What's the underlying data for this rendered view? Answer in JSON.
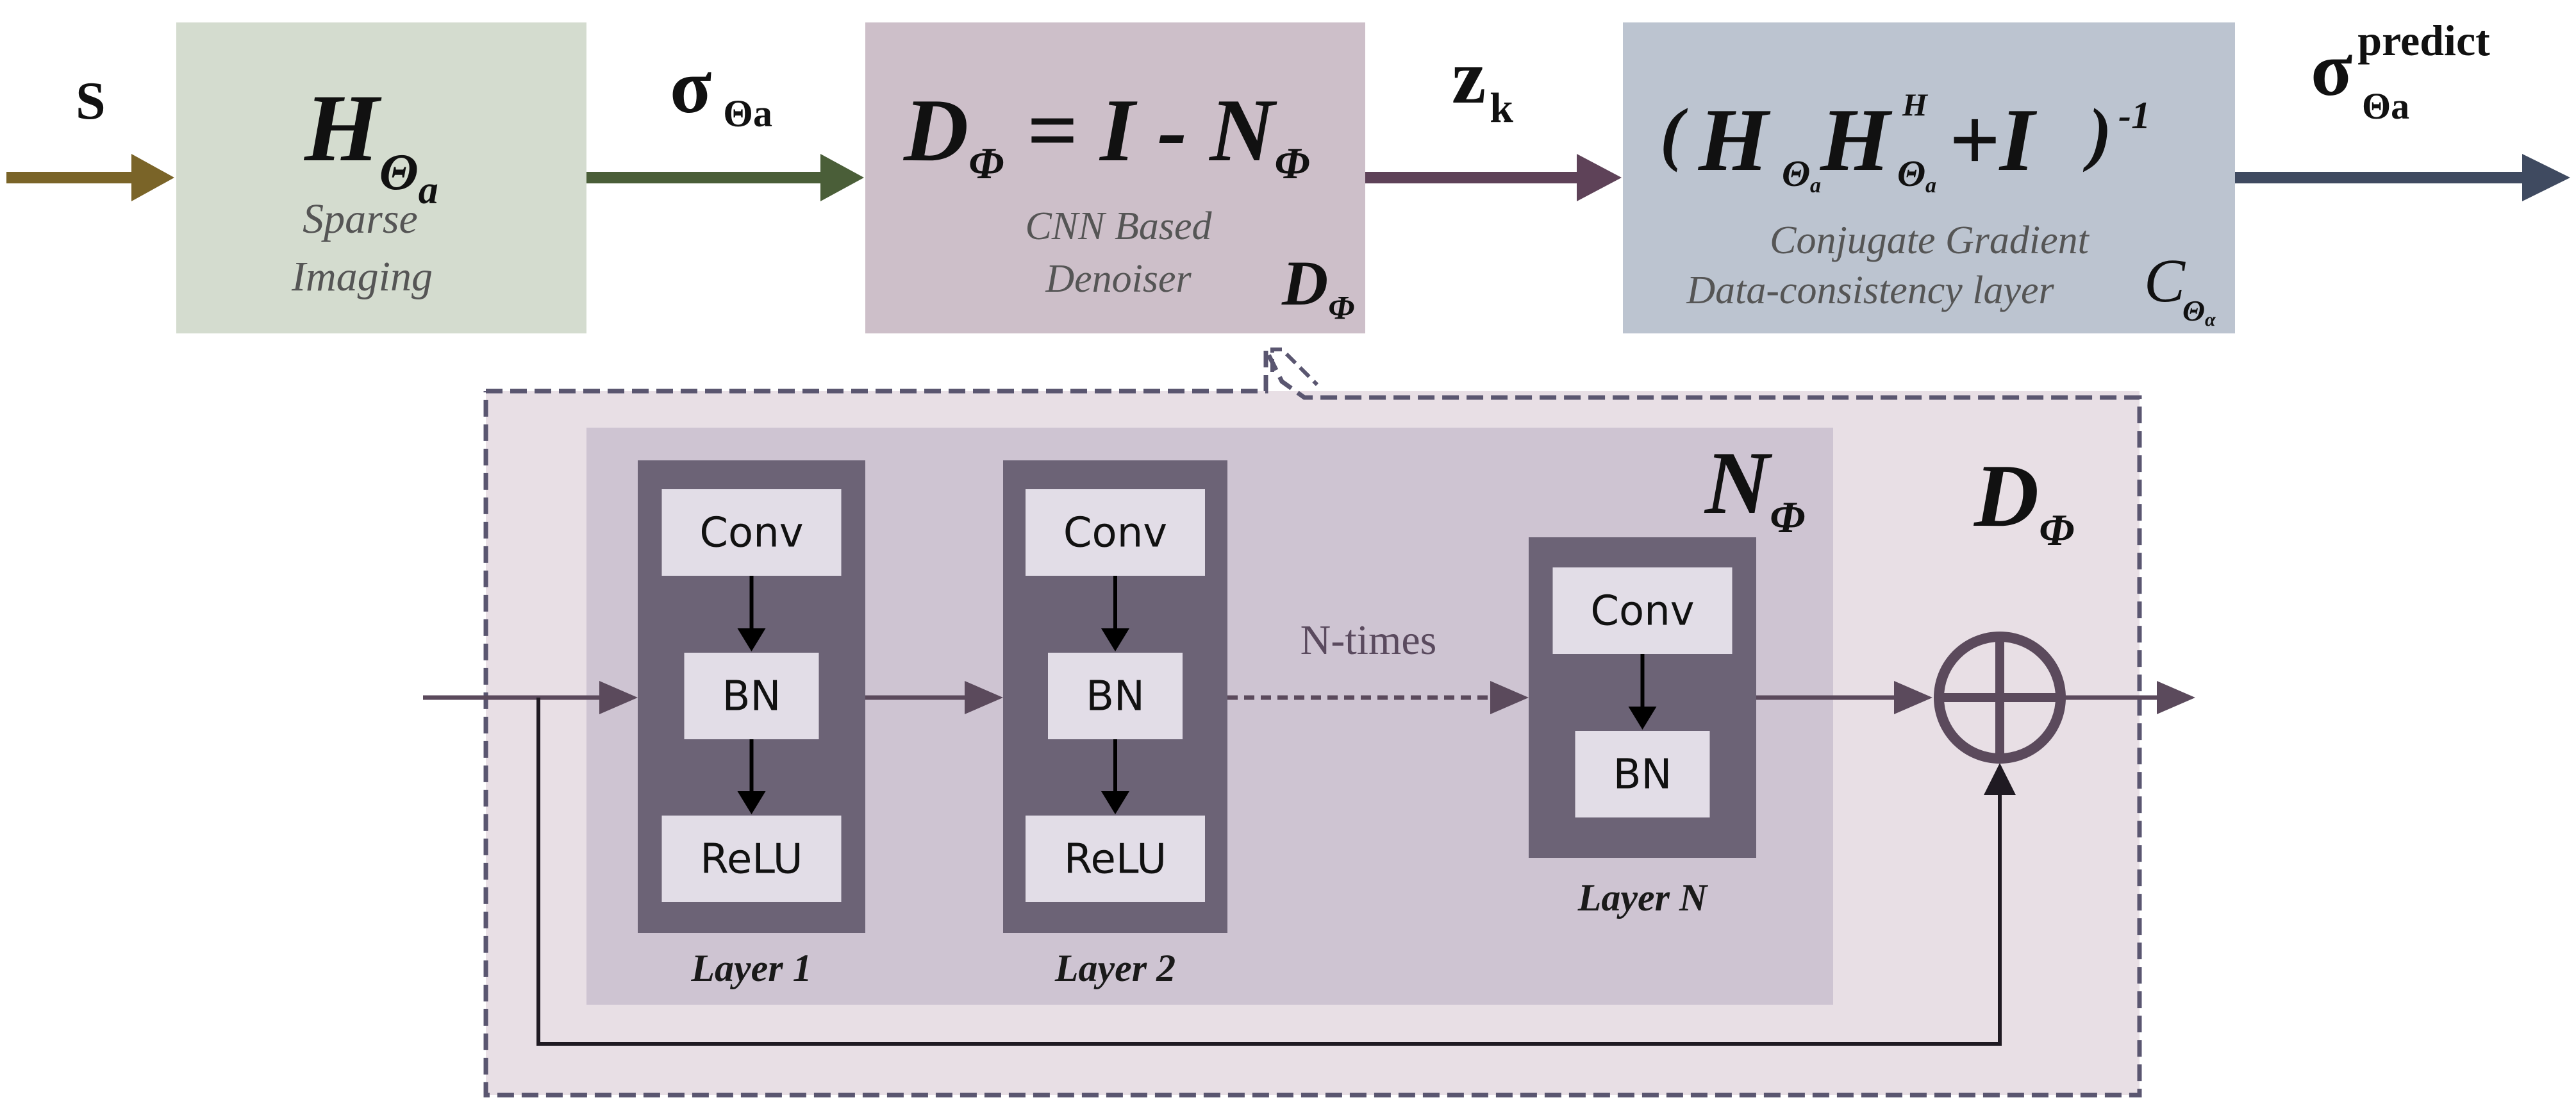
{
  "colors": {
    "input_arrow": "#7a6428",
    "sigma_arrow": "#4a5e38",
    "zk_arrow": "#5e4258",
    "output_arrow": "#3f4a60",
    "box_H": "#d4dccf",
    "box_D": "#cdbfc9",
    "box_C": "#bcc4d0",
    "outer_region": "#e8dfe5",
    "inner_region": "#cec4d2",
    "layer_dark": "#6c6376",
    "op_box": "#e2dde7",
    "network_line": "#5b4a5c"
  },
  "signals": {
    "input": "S",
    "sigma_main": "σ",
    "sigma_sub": "Θa",
    "zk_main": "z",
    "zk_sub": "k",
    "output_main": "σ",
    "output_sup": "predict",
    "output_sub": "Θa"
  },
  "blocks": {
    "sparse_imaging": {
      "symbol_main": "H",
      "symbol_sub_theta": "Θ",
      "symbol_sub_a": "a",
      "caption_line1": "Sparse",
      "caption_line2": "Imaging"
    },
    "denoiser": {
      "formula_d": "D",
      "formula_phi": "Φ",
      "formula_eq": " = I - N",
      "caption_line1": "CNN Based",
      "caption_line2": "Denoiser",
      "corner_main": "D",
      "corner_sub": "Φ"
    },
    "data_consistency": {
      "paren_open": "(",
      "h_main": "H",
      "theta": "Θ",
      "alpha": "a",
      "sup_h": "H",
      "plus_i": "+I",
      "paren_close": ")",
      "inverse": "-1",
      "caption_line1": "Conjugate Gradient",
      "caption_line2": "Data-consistency layer",
      "corner_main": "C",
      "corner_sub_theta": "Θ",
      "corner_sub_alpha": "α"
    }
  },
  "network": {
    "n_label_main": "N",
    "n_label_sub": "Φ",
    "d_label_main": "D",
    "d_label_sub": "Φ",
    "repeat_label": "N-times",
    "layers": [
      {
        "name": "Layer 1",
        "ops": [
          "Conv",
          "BN",
          "ReLU"
        ]
      },
      {
        "name": "Layer 2",
        "ops": [
          "Conv",
          "BN",
          "ReLU"
        ]
      },
      {
        "name": "Layer N",
        "ops": [
          "Conv",
          "BN"
        ]
      }
    ]
  }
}
